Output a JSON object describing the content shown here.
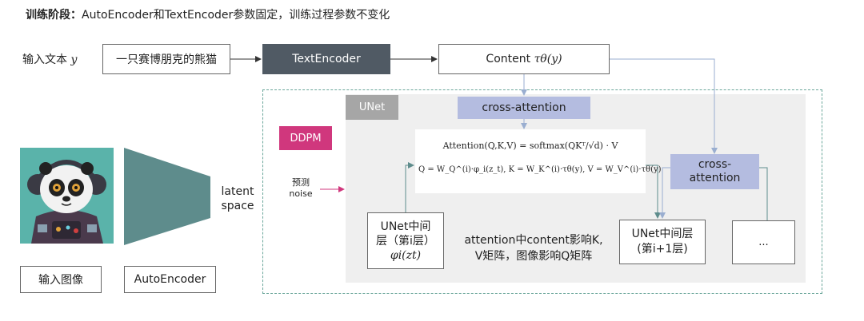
{
  "title": {
    "bold": "训练阶段：",
    "rest": "AutoEncoder和TextEncoder参数固定，训练过程参数不变化"
  },
  "input_text": {
    "label": "输入文本",
    "var": "y",
    "value": "一只赛博朋克的熊猫"
  },
  "text_encoder": {
    "label": "TextEncoder"
  },
  "content": {
    "label": "Content",
    "formula": "τθ(y)"
  },
  "unet": {
    "label": "UNet"
  },
  "cross_attention_top": {
    "label": "cross-attention"
  },
  "ddpm": {
    "label": "DDPM"
  },
  "predict_noise": {
    "line1": "预测",
    "line2": "noise"
  },
  "attention_formula": {
    "line1": "Attention(Q,K,V) = softmax(QKᵀ/√d) · V",
    "line2": "Q = W_Q^(i)·φ_i(z_t), K = W_K^(i)·τθ(y), V = W_V^(i)·τθ(y)"
  },
  "cross_attention_right": {
    "line1": "cross-",
    "line2": "attention"
  },
  "unet_layer_i": {
    "line1": "UNet中间",
    "line2": "层（第i层）",
    "line3": "φi(zt)"
  },
  "note": {
    "line1": "attention中content影响K,",
    "line2": "V矩阵，图像影响Q矩阵"
  },
  "unet_layer_i1": {
    "line1": "UNet中间层",
    "line2": "(第i+1层)"
  },
  "ellipsis": {
    "label": "..."
  },
  "latent_space": {
    "line1": "latent",
    "line2": "space"
  },
  "input_image_label": "输入图像",
  "autoencoder_label": "AutoEncoder",
  "colors": {
    "textencoder": "#505a64",
    "crossattn": "#b4bce0",
    "ddpm": "#d0377d",
    "unet_bg": "#efefef",
    "trapezoid": "#5e8c8c"
  }
}
